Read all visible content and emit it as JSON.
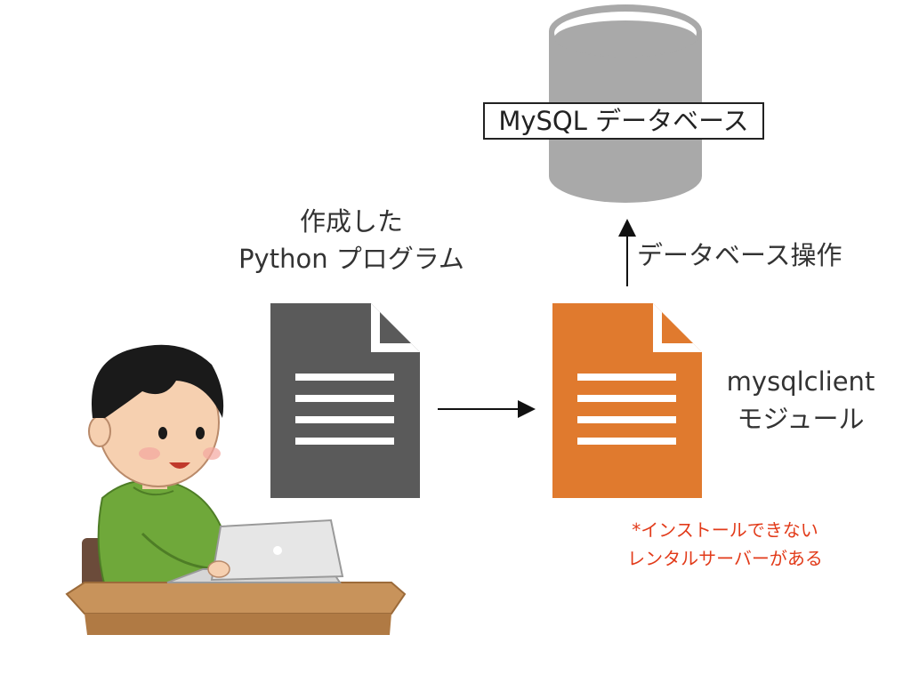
{
  "database": {
    "label": "MySQL データベース",
    "color": "#a9a9a9"
  },
  "program": {
    "line1": "作成した",
    "line2": "Python プログラム",
    "icon": "document-icon",
    "color": "#5a5a5a"
  },
  "module": {
    "line1": "mysqlclient",
    "line2": "モジュール",
    "icon": "document-icon",
    "color": "#e07a2e"
  },
  "operation": {
    "label": "データベース操作"
  },
  "note": {
    "line1": "*インストールできない",
    "line2": "レンタルサーバーがある",
    "color": "#e23b1a"
  },
  "user": {
    "icon": "person-at-laptop-icon"
  }
}
